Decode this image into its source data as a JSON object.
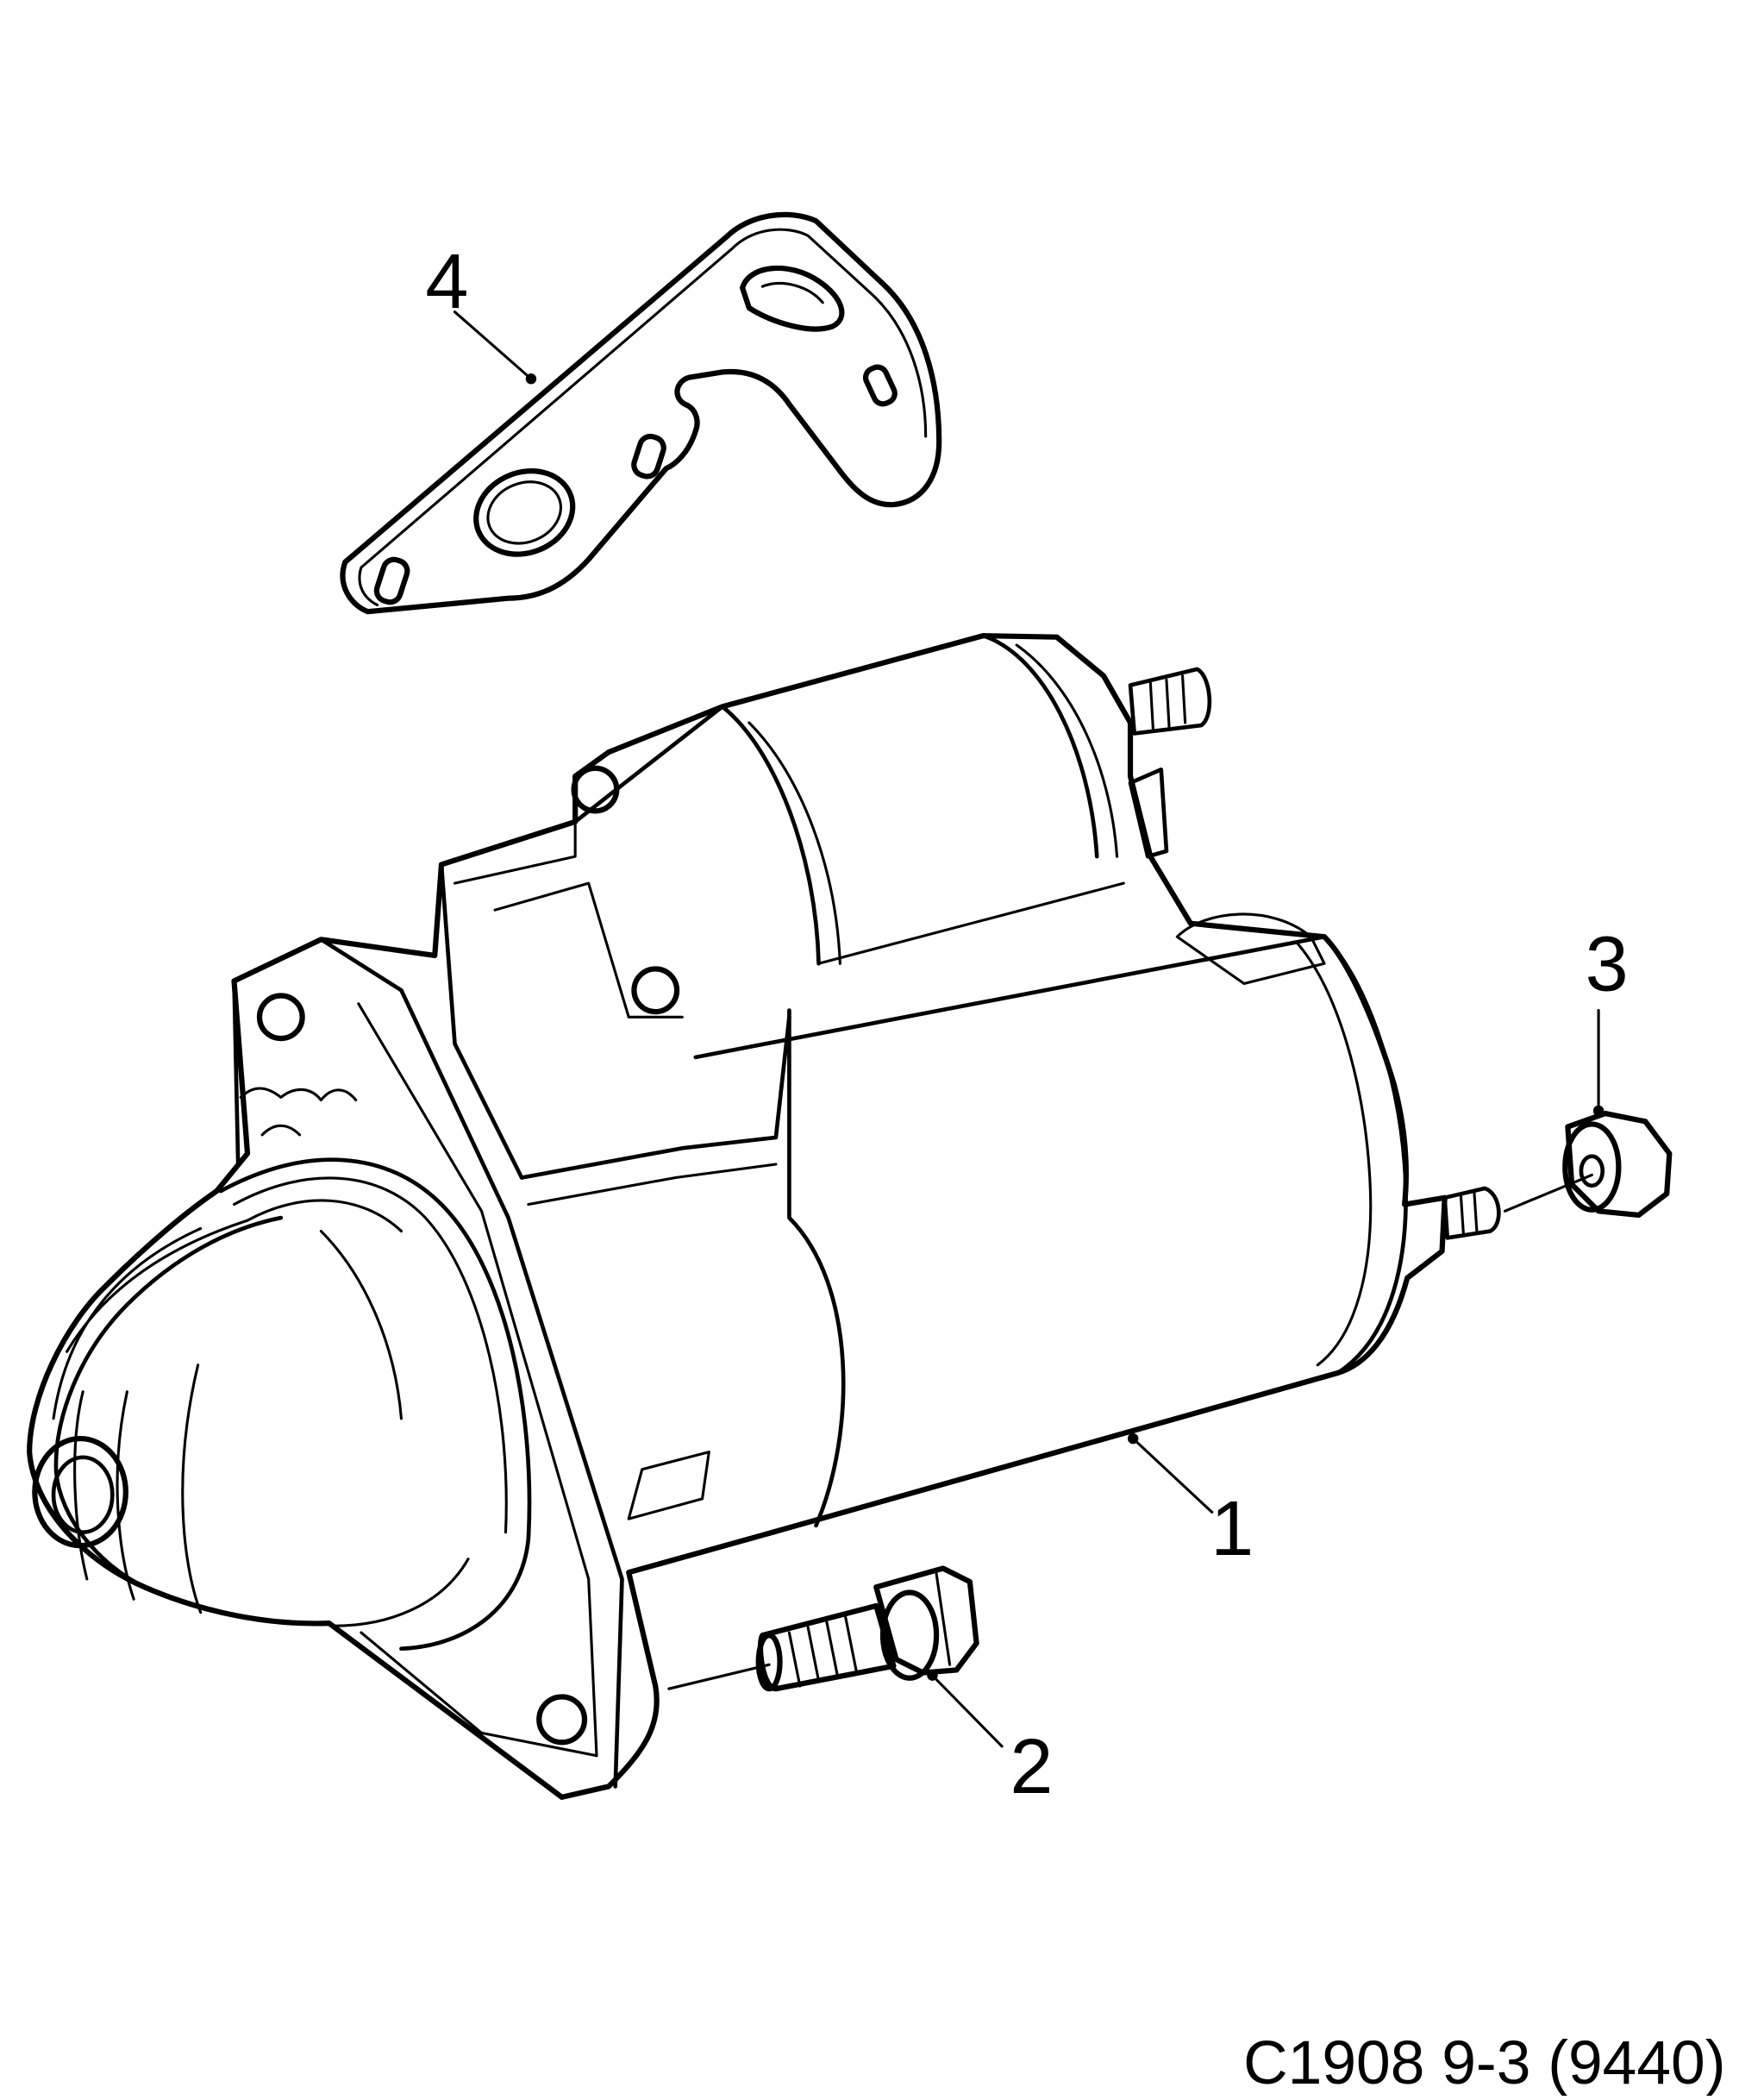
{
  "callouts": [
    {
      "id": "1",
      "label": "1"
    },
    {
      "id": "2",
      "label": "2"
    },
    {
      "id": "3",
      "label": "3"
    },
    {
      "id": "4",
      "label": "4"
    }
  ],
  "document_ref": "C1908 9-3 (9440)",
  "colors": {
    "line": "#000000",
    "background": "#ffffff"
  }
}
